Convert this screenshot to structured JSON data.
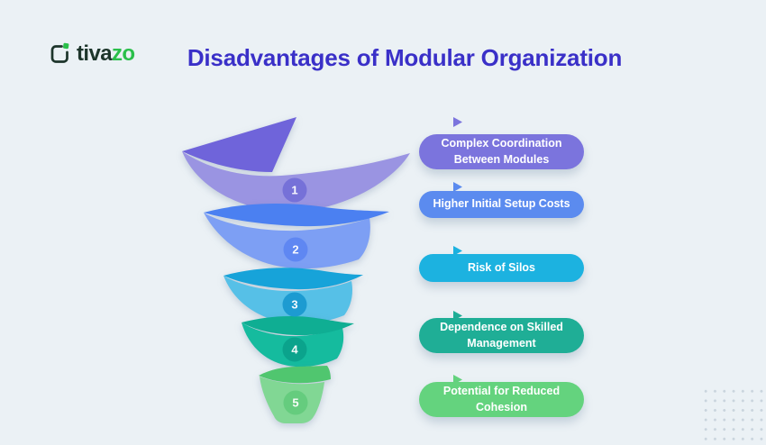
{
  "background_color": "#ebf1f5",
  "brand": {
    "name_dark": "tiva",
    "name_green": "zo",
    "dark_color": "#1d352b",
    "green_color": "#2abf4a",
    "icon": "bracket-leaf-logo-icon"
  },
  "title": {
    "text": "Disadvantages of Modular Organization",
    "color": "#3a30c8"
  },
  "funnel": {
    "type": "funnel",
    "levels": [
      {
        "number": "1",
        "label": "Complex Coordination Between Modules",
        "band_color": "#9a94e2",
        "shade_color": "#6f64da",
        "circle_color": "#7671d8",
        "pill_color": "#7b74dd"
      },
      {
        "number": "2",
        "label": "Higher Initial Setup Costs",
        "band_color": "#7d9ff4",
        "shade_color": "#4b80f1",
        "circle_color": "#5f87f2",
        "pill_color": "#5b8bef"
      },
      {
        "number": "3",
        "label": "Risk of Silos",
        "band_color": "#56c0e7",
        "shade_color": "#17a3d9",
        "circle_color": "#1d9bd1",
        "pill_color": "#1cb2e0"
      },
      {
        "number": "4",
        "label": "Dependence on Skilled Management",
        "band_color": "#15bb9e",
        "shade_color": "#0fae93",
        "circle_color": "#0ba38c",
        "pill_color": "#1fae96"
      },
      {
        "number": "5",
        "label": "Potential for Reduced Cohesion",
        "band_color": "#81d794",
        "shade_color": "#50c66f",
        "circle_color": "#65cc7e",
        "pill_color": "#64d37e"
      }
    ]
  },
  "decor": {
    "dot_grid_position": "bottom-right",
    "dot_color": "#c9d4dd"
  }
}
